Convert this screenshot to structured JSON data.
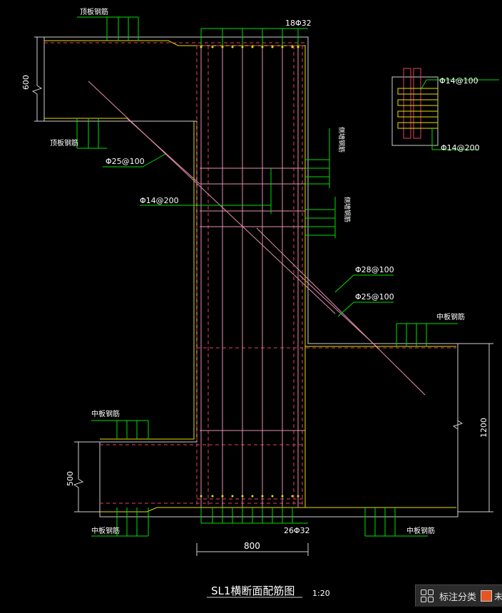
{
  "drawing": {
    "title": "SL1横断面配筋图",
    "scale": "1:20",
    "labels": {
      "top_slab_upper": "顶板钢筋",
      "top_slab_lower": "顶板钢筋",
      "mid_slab_right": "中板钢筋",
      "mid_slab_left": "中板钢筋",
      "mid_slab_bottom_left": "中板钢筋",
      "mid_slab_bottom_right": "中板钢筋",
      "side_wall_1": "侧墙钢筋",
      "side_wall_2": "侧墙钢筋",
      "top_bars": "18Φ32",
      "bottom_bars": "26Φ32",
      "stirrup_25_a": "Φ25@100",
      "stirrup_14_a": "Φ14@200",
      "stirrup_28": "Φ28@100",
      "stirrup_25_b": "Φ25@100",
      "detail_top": "Φ14@100",
      "detail_bottom": "Φ14@200"
    },
    "dimensions": {
      "top_left": "600",
      "bottom_left": "500",
      "right": "1200",
      "width": "800"
    },
    "colors": {
      "background": "#000000",
      "white": "#ffffff",
      "green": "#00e000",
      "yellow": "#e8e000",
      "red_dash": "#e84060",
      "pink": "#e890b0",
      "concrete": "#c8c8c8"
    }
  },
  "toolbar": {
    "icon": "grid-icon",
    "label": "标注分类",
    "more": "未"
  }
}
